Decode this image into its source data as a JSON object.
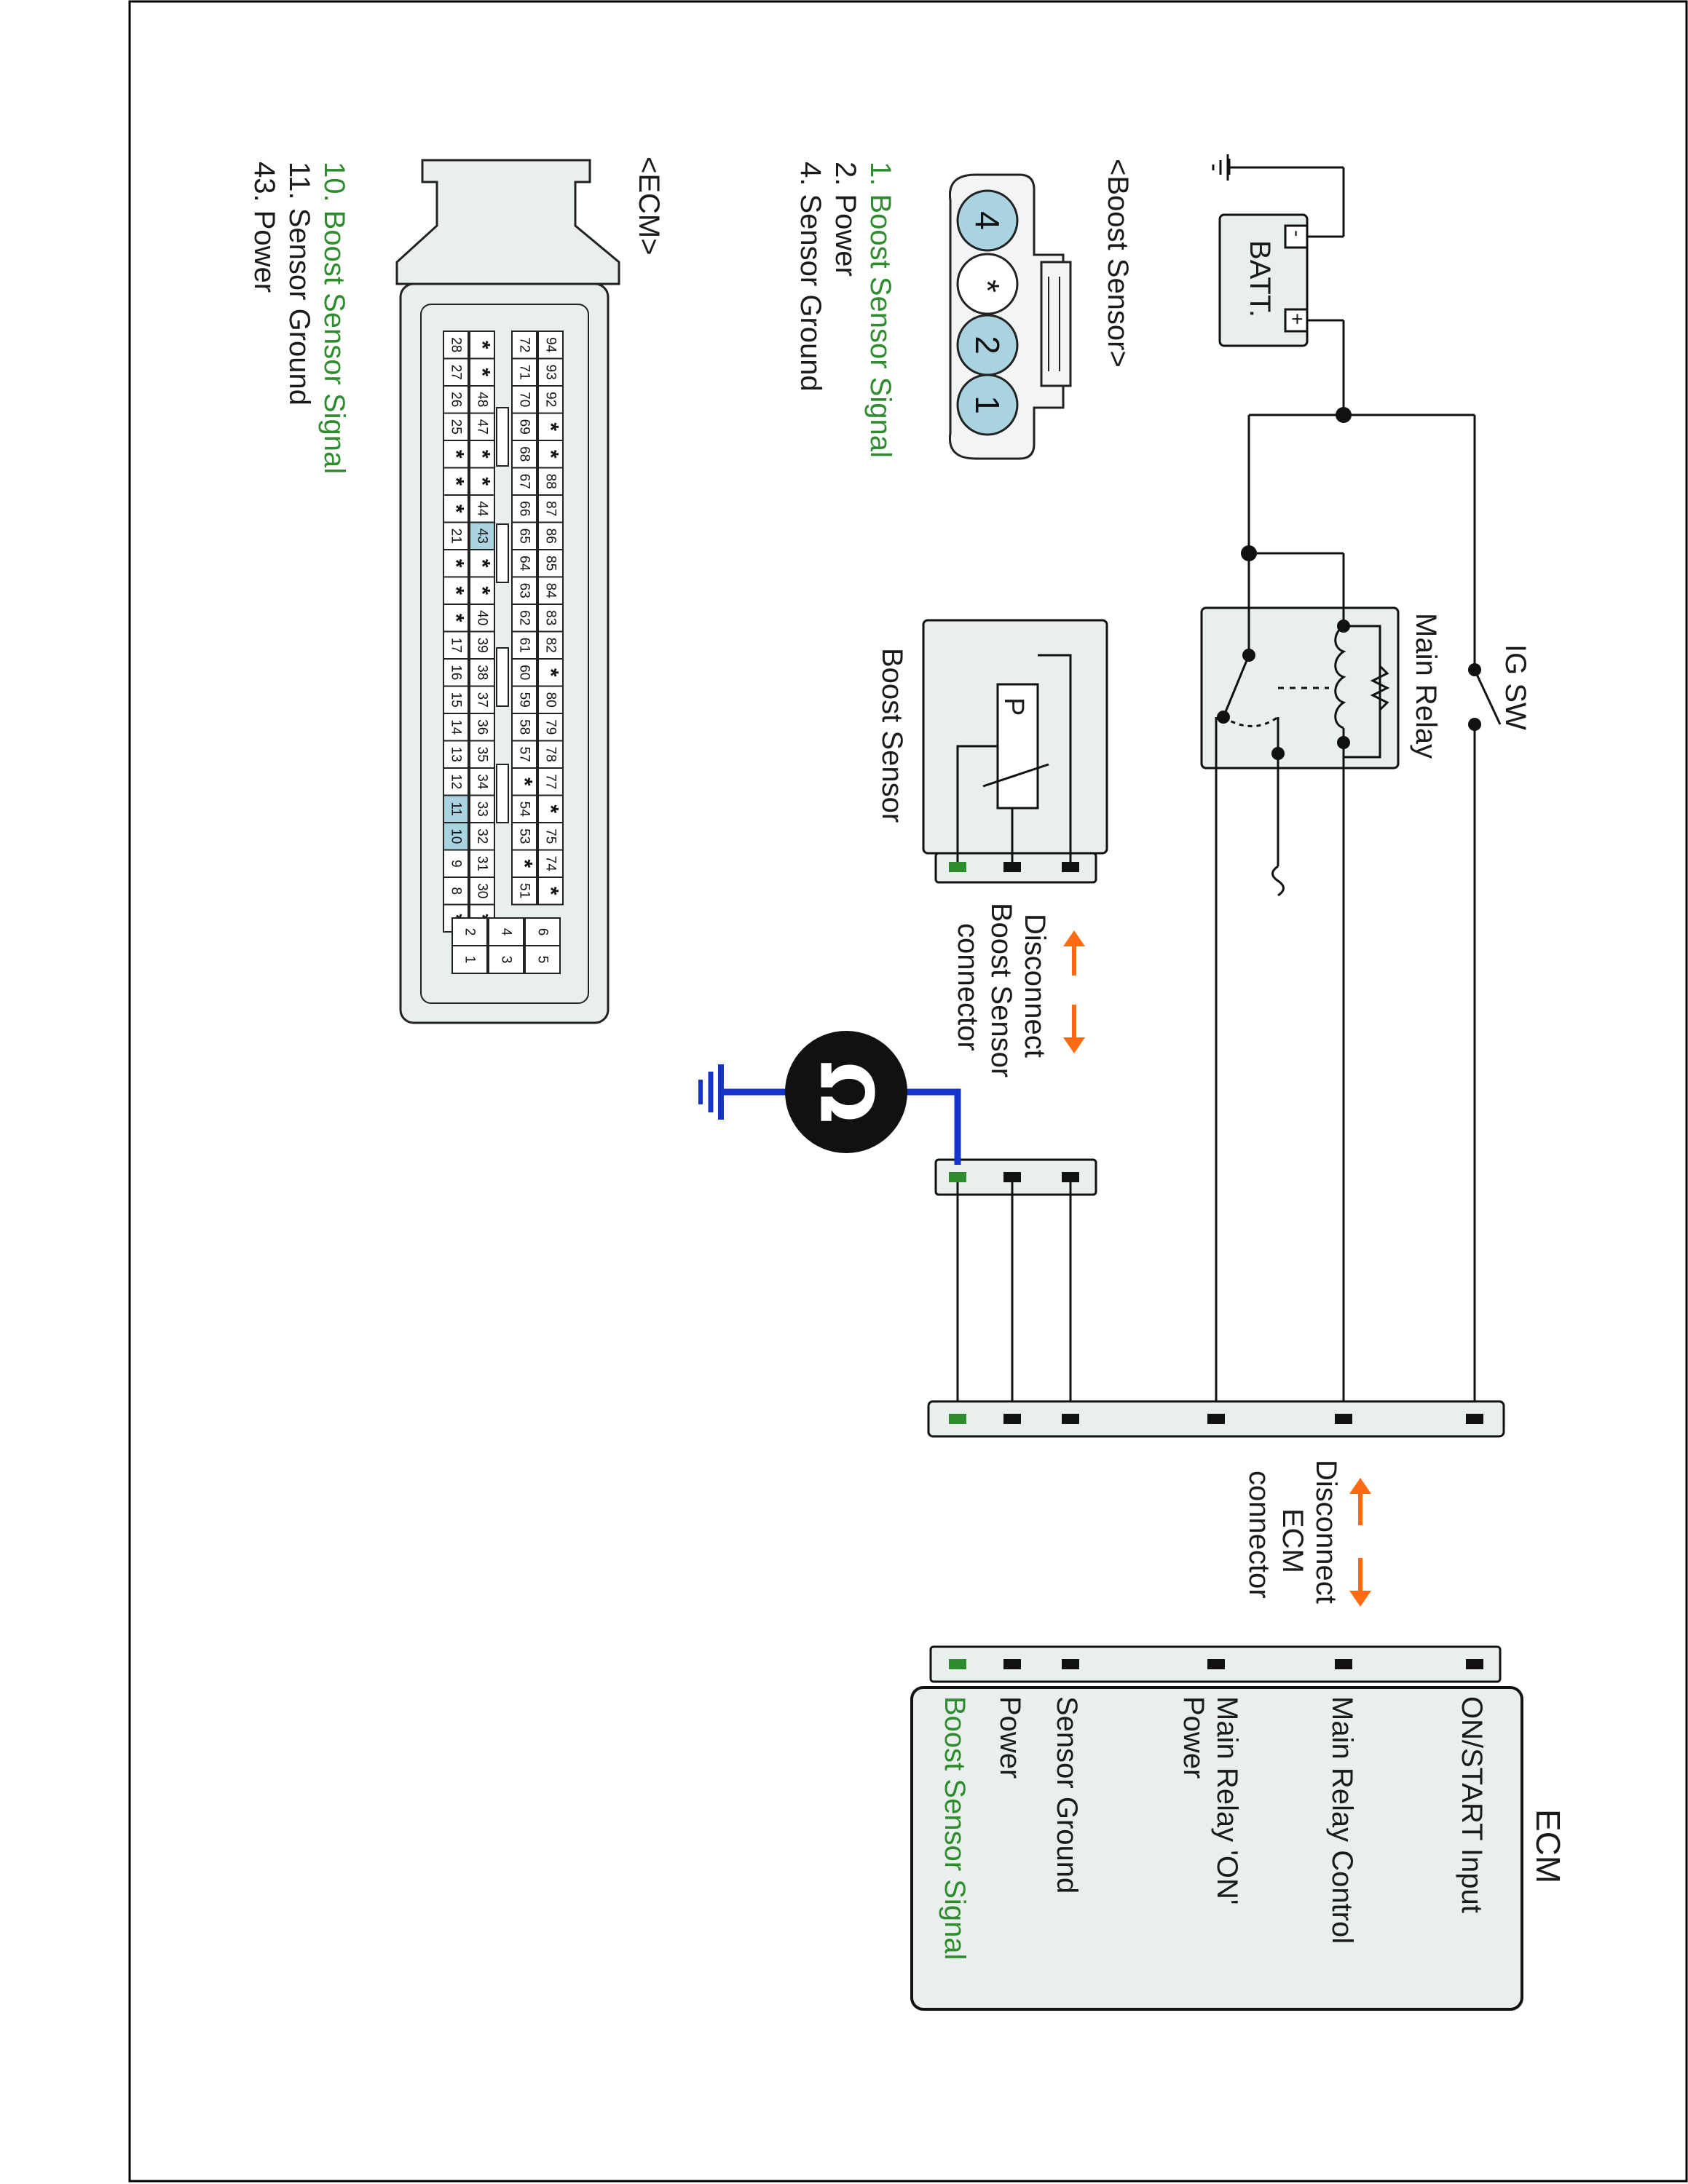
{
  "boost_sensor_connector": {
    "title": "<Boost Sensor>",
    "pins": [
      {
        "number": "1",
        "label": "1. Boost Sensor Signal",
        "highlight": true
      },
      {
        "number": "2",
        "label": "2. Power",
        "highlight": false
      },
      {
        "number": "4",
        "label": "4. Sensor Ground",
        "highlight": false
      }
    ],
    "star": "*"
  },
  "ecm_connector": {
    "title": "<ECM>",
    "pins": [
      {
        "label": "10. Boost Sensor Signal",
        "highlight": true
      },
      {
        "label": "11. Sensor Ground",
        "highlight": false
      },
      {
        "label": "43. Power",
        "highlight": false
      }
    ],
    "grid_rows": [
      [
        "94",
        "93",
        "92",
        "*",
        "*",
        "88",
        "87",
        "86",
        "85",
        "84",
        "83",
        "82",
        "*",
        "80",
        "79",
        "78",
        "77",
        "*",
        "75",
        "74",
        "*"
      ],
      [
        "72",
        "71",
        "70",
        "69",
        "68",
        "67",
        "66",
        "65",
        "64",
        "63",
        "62",
        "61",
        "60",
        "59",
        "58",
        "57",
        "*",
        "54",
        "53",
        "*",
        "51"
      ],
      [
        "*",
        "*",
        "48",
        "47",
        "*",
        "*",
        "44",
        "43",
        "*",
        "*",
        "40",
        "39",
        "38",
        "37",
        "36",
        "35",
        "34",
        "33",
        "32",
        "31",
        "30",
        "*"
      ],
      [
        "28",
        "27",
        "26",
        "25",
        "*",
        "*",
        "*",
        "21",
        "*",
        "*",
        "*",
        "17",
        "16",
        "15",
        "14",
        "13",
        "12",
        "11",
        "10",
        "9",
        "8",
        "*"
      ]
    ],
    "highlighted_pins": [
      "43",
      "11",
      "10"
    ],
    "small_grid": [
      "6",
      "5",
      "4",
      "3",
      "2",
      "1"
    ]
  },
  "schematic": {
    "battery": "BATT.",
    "battery_minus": "-",
    "battery_plus": "+",
    "ig_switch": "IG SW",
    "main_relay": "Main Relay",
    "boost_sensor": "Boost Sensor",
    "sensor_element": "P",
    "disconnect_sensor": [
      "Disconnect",
      "Boost Sensor",
      "connector"
    ],
    "disconnect_ecm": [
      "Disconnect",
      "ECM",
      "connector"
    ],
    "ecm_title": "ECM",
    "ecm_terminals": [
      {
        "label": "ON/START Input",
        "highlight": false
      },
      {
        "label": "Main Relay Control",
        "highlight": false
      },
      {
        "label": "Main Relay 'ON'",
        "label2": "Power",
        "highlight": false
      },
      {
        "label": "Sensor Ground",
        "highlight": false
      },
      {
        "label": "Power",
        "highlight": false
      },
      {
        "label": "Boost Sensor Signal",
        "highlight": true
      }
    ],
    "ohmmeter": "Ω"
  },
  "colors": {
    "signal_green": "#2e8b2e",
    "pin_highlight": "#a9d3e0",
    "probe_blue": "#1633cc",
    "arrow_orange": "#ff6a13",
    "panel_fill": "#e9efec"
  }
}
